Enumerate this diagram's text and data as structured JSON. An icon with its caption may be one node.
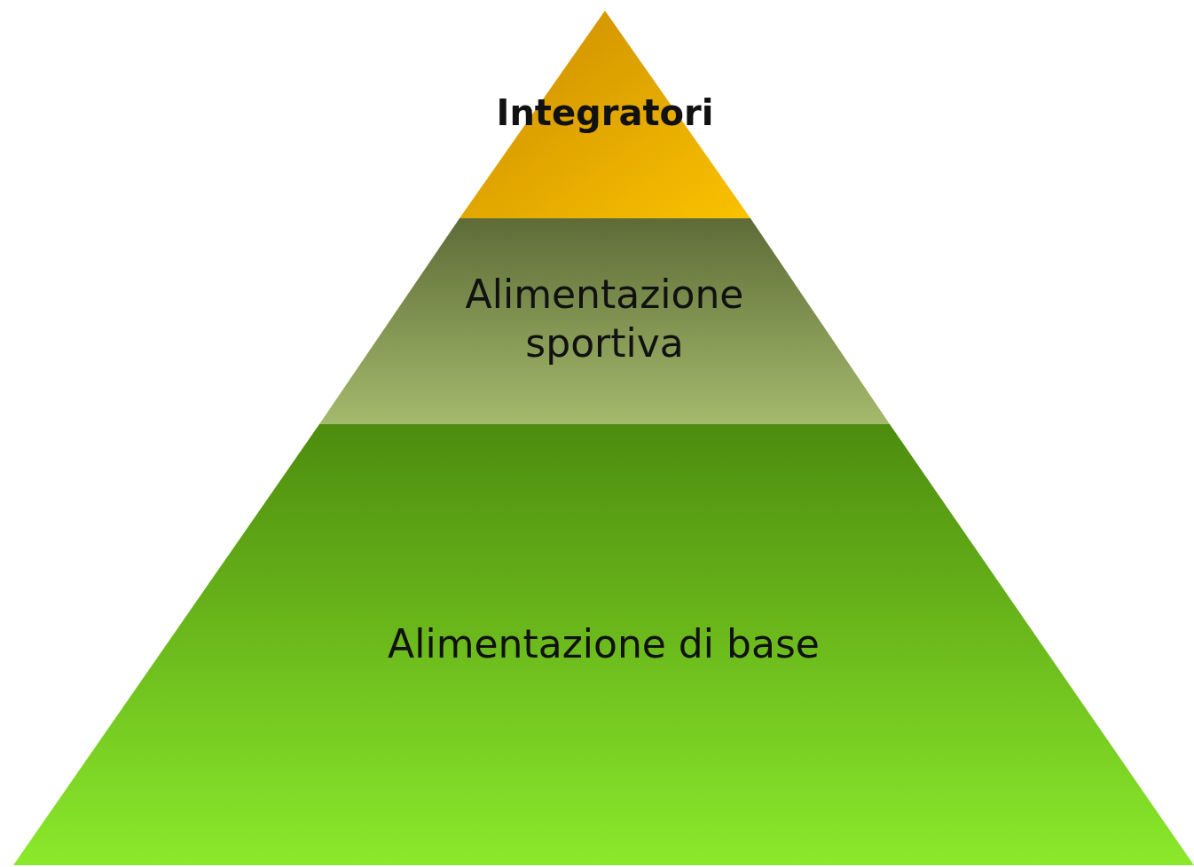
{
  "diagram": {
    "nodes": [
      {
        "text": [
          "Integratori"
        ]
      },
      {
        "text": [
          "Alimentazione sportiva"
        ]
      },
      {
        "text": [
          "Alimentazione di base"
        ]
      }
    ]
  }
}
